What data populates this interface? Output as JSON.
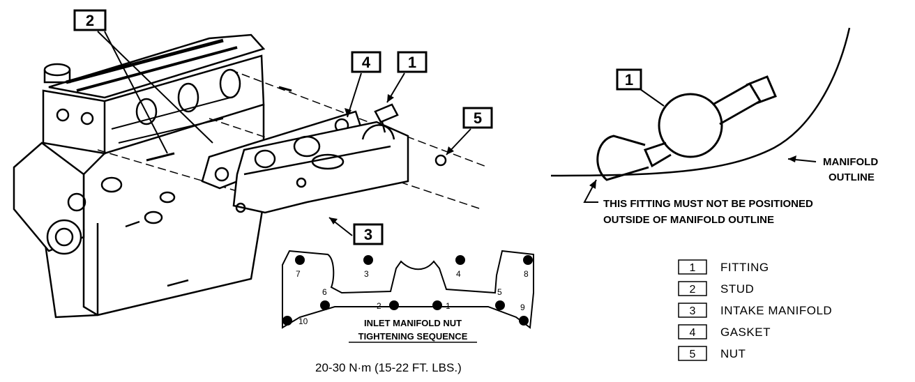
{
  "engine_callouts": [
    "2",
    "4",
    "1",
    "5",
    "3"
  ],
  "detail": {
    "callout": "1",
    "manifold_outline_label": [
      "MANIFOLD",
      "OUTLINE"
    ],
    "warning_lines": [
      "THIS FITTING MUST NOT BE POSITIONED",
      "OUTSIDE OF MANIFOLD OUTLINE"
    ]
  },
  "sequence": {
    "title_lines": [
      "INLET MANIFOLD NUT",
      "TIGHTENING SEQUENCE"
    ],
    "nuts": [
      "7",
      "3",
      "4",
      "8",
      "6",
      "2",
      "1",
      "5",
      "9",
      "10"
    ]
  },
  "torque_spec": "20-30 N·m (15-22 FT. LBS.)",
  "legend": [
    {
      "num": "1",
      "label": "FITTING"
    },
    {
      "num": "2",
      "label": "STUD"
    },
    {
      "num": "3",
      "label": "INTAKE MANIFOLD"
    },
    {
      "num": "4",
      "label": "GASKET"
    },
    {
      "num": "5",
      "label": "NUT"
    }
  ]
}
